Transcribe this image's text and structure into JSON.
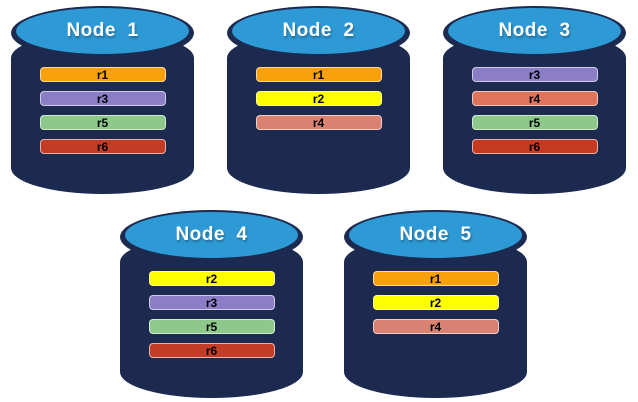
{
  "background_color": "#FFFFFF",
  "colors": {
    "cylinder_body": "#1C2A50",
    "cylinder_top": "#2E9AD5",
    "node_label_text": "#FFFFFF",
    "replica_label_text": "#000000"
  },
  "nodes": [
    {
      "label": "Node  1",
      "replicas": [
        {
          "label": "r1",
          "color": "#F9A10B"
        },
        {
          "label": "r3",
          "color": "#8B7EC6"
        },
        {
          "label": "r5",
          "color": "#8DC98B"
        },
        {
          "label": "r6",
          "color": "#C33D26"
        }
      ]
    },
    {
      "label": "Node  2",
      "replicas": [
        {
          "label": "r1",
          "color": "#F9A10B"
        },
        {
          "label": "r2",
          "color": "#FDFF00"
        },
        {
          "label": "r4",
          "color": "#D98272"
        }
      ]
    },
    {
      "label": "Node  3",
      "replicas": [
        {
          "label": "r3",
          "color": "#8B7EC6"
        },
        {
          "label": "r4",
          "color": "#E0735C"
        },
        {
          "label": "r5",
          "color": "#8DC98B"
        },
        {
          "label": "r6",
          "color": "#C63A21"
        }
      ]
    },
    {
      "label": "Node  4",
      "replicas": [
        {
          "label": "r2",
          "color": "#FDFF00"
        },
        {
          "label": "r3",
          "color": "#8B7EC6"
        },
        {
          "label": "r5",
          "color": "#8DC98B"
        },
        {
          "label": "r6",
          "color": "#C33D26"
        }
      ]
    },
    {
      "label": "Node  5",
      "replicas": [
        {
          "label": "r1",
          "color": "#F9A10B"
        },
        {
          "label": "r2",
          "color": "#FDFF00"
        },
        {
          "label": "r4",
          "color": "#D98272"
        }
      ]
    }
  ]
}
